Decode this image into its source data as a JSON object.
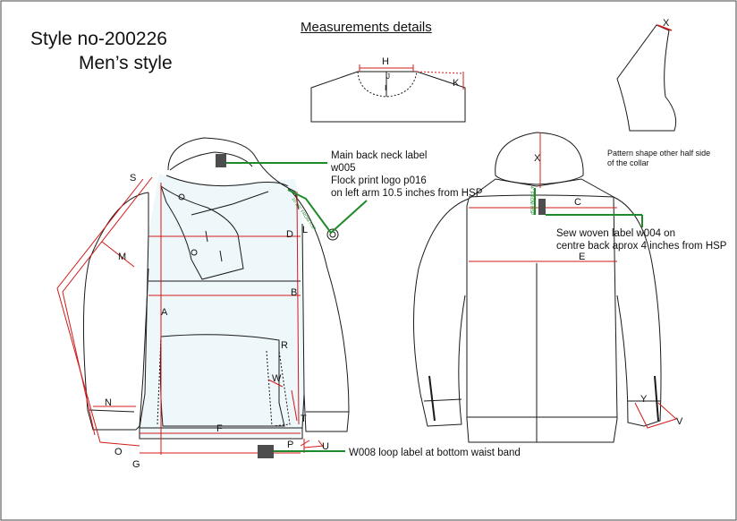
{
  "style_no": "Style no-200226",
  "mens_style": "Men’s style",
  "measurements_heading": "Measurements details",
  "notes": {
    "back_neck_label": "Main back neck label",
    "back_neck_code": "w005",
    "flock_logo": "Flock print logo p016",
    "flock_logo_position": "on left arm 10.5 inches from HSP",
    "woven_label": "Sew woven label w004 on",
    "woven_label_position": "centre back aprox 4 inches from HSP",
    "loop_label": "W008 loop label at bottom waist band",
    "collar_note_1": "Pattern shape other half side",
    "collar_note_2": "of the collar",
    "from_hsp_front": "10 1/2\" FROM HSP",
    "from_hsp_back": "4\" FROM HSP"
  },
  "point_labels": {
    "H": "H",
    "J": "J",
    "I": "I",
    "K": "K",
    "X": "X",
    "S": "S",
    "M": "M",
    "A": "A",
    "B": "B",
    "D": "D",
    "L": "L",
    "R": "R",
    "W": "W",
    "T": "T",
    "F": "F",
    "N": "N",
    "O": "O",
    "G": "G",
    "P": "P",
    "U": "U",
    "C": "C",
    "E": "E",
    "Y": "Y",
    "V": "V"
  },
  "colors": {
    "line": "#1a1a1a",
    "measure": "#d11a1a",
    "label_line": "#1f8a2a",
    "body_fill": "#eef7fa",
    "label_patch": "#4d4d4d"
  }
}
